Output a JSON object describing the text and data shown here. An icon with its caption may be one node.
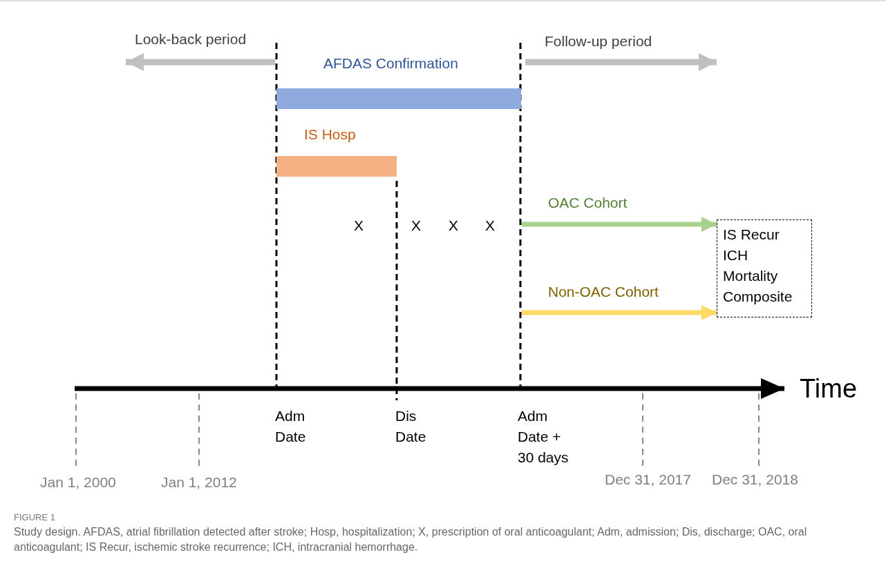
{
  "diagram": {
    "caption": "Study design. AFDAS, atrial fibrillation detected after stroke; Hosp, hospitalization; X, prescription of oral anticoagulant; Adm, admission; Dis, discharge; OAC, oral anticoagulant; IS Recur, ischemic stroke recurrence; ICH, intracranial hemorrhage.",
    "nodes": [
      {
        "text": [
          "AFDAS Confirmation"
        ]
      },
      {
        "text": [
          "IS Hosp"
        ]
      },
      {
        "text": [
          "IS Recur",
          "ICH",
          "Mortality",
          "Composite"
        ]
      }
    ],
    "edges": [
      {
        "from": null,
        "to": 2,
        "arrow": "to",
        "label": "OAC Cohort",
        "color": "#a9d18e"
      },
      {
        "from": null,
        "to": 2,
        "arrow": "to",
        "label": "Non-OAC Cohort",
        "color": "#ffd966"
      }
    ],
    "labels": [
      "Look-back period",
      "Follow-up period",
      "X",
      "X",
      "X",
      "X",
      "Time",
      "Adm Date",
      "Dis Date",
      "Adm Date + 30 days",
      "Jan 1, 2000",
      "Jan 1, 2012",
      "Dec 31, 2017",
      "Dec 31, 2018",
      "FIGURE 1"
    ]
  }
}
